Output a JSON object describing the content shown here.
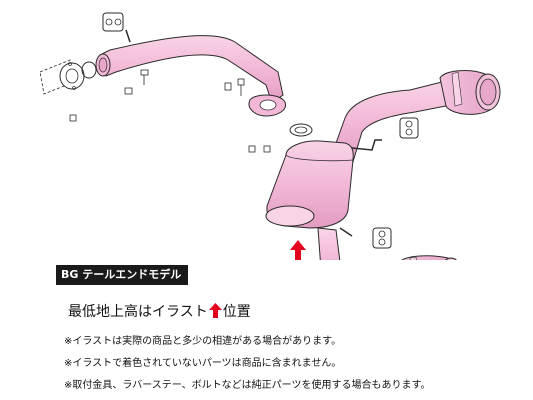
{
  "model_badge": "BG テールエンドモデル",
  "headline": {
    "before": "最低地上高はイラスト",
    "after": "位置",
    "arrow_icon": "up-arrow-icon",
    "arrow_color": "#e5001f"
  },
  "notes": [
    "※イラストは実際の商品と多少の相違がある場合があります。",
    "※イラストで着色されていないパーツは商品に含まれません。",
    "※取付金具、ラバーステー、ボルトなどは純正パーツを使用する場合もあります。"
  ],
  "colors": {
    "pipe_fill": "#f2b8d6",
    "pipe_stroke": "#2b2b2b",
    "badge_bg": "#1a1a1a",
    "arrow": "#e5001f"
  }
}
